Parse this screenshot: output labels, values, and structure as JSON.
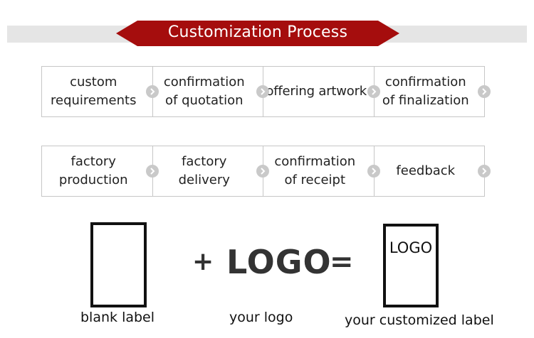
{
  "banner": {
    "title": "Customization Process",
    "color": "#a50d0d"
  },
  "process_steps": [
    {
      "label": "custom requirements"
    },
    {
      "label": "confirmation of quotation"
    },
    {
      "label": "offering artwork"
    },
    {
      "label": "confirmation of finalization"
    },
    {
      "label": "factory production"
    },
    {
      "label": "factory delivery"
    },
    {
      "label": "confirmation of receipt"
    },
    {
      "label": "feedback"
    }
  ],
  "arrow_icon": "chevron-right-icon",
  "equation": {
    "plus": "+",
    "logo_word": "LOGO",
    "equals": "=",
    "custom_label_logo": "LOGO",
    "captions": {
      "blank": "blank label",
      "logo": "your logo",
      "custom": "your customized label"
    }
  }
}
